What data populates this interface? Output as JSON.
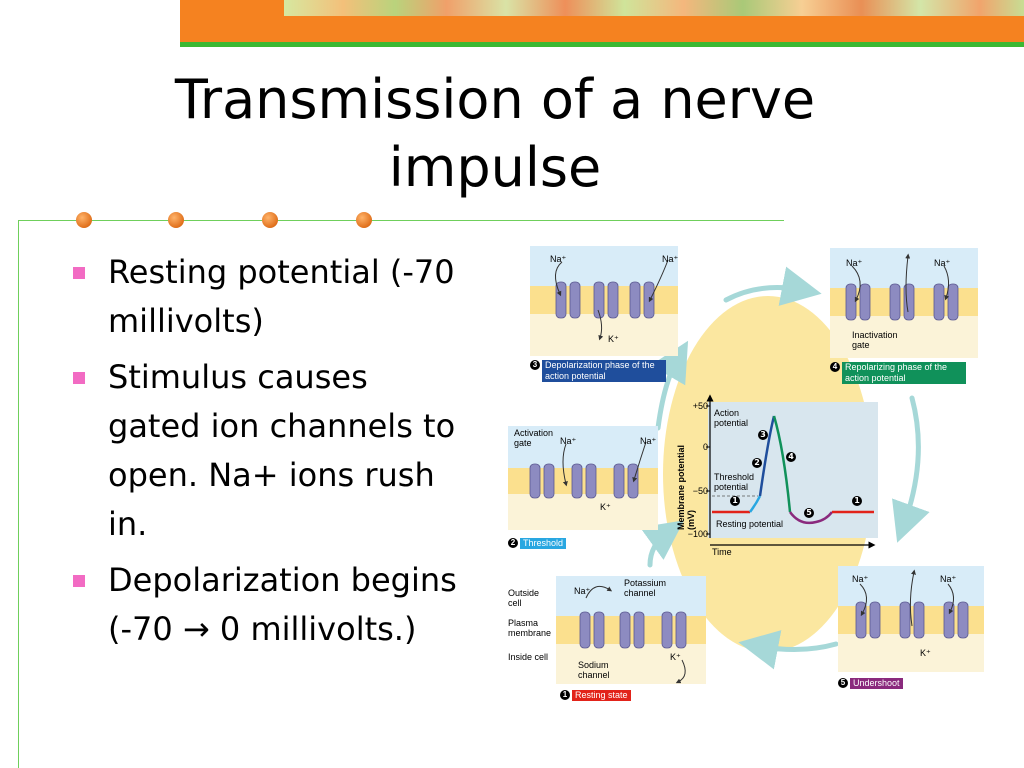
{
  "slide": {
    "title": "Transmission of a nerve impulse",
    "bullets": [
      "Resting potential (-70 millivolts)",
      "Stimulus causes gated ion channels to open. Na+ ions rush in.",
      "Depolarization begins (-70 →  0 millivolts.)"
    ],
    "colors": {
      "banner": "#f58220",
      "banner_edge": "#3cb833",
      "rule": "#6fcf5b",
      "bullet_marker": "#f26bc3",
      "rule_dots": "#e0701c"
    }
  },
  "figure": {
    "ions": {
      "sodium": "Na⁺",
      "potassium": "K⁺"
    },
    "labels": {
      "outside_cell": "Outside cell",
      "plasma_membrane": "Plasma membrane",
      "inside_cell": "Inside cell",
      "potassium_channel": "Potassium channel",
      "sodium_channel": "Sodium channel",
      "activation_gate": "Activation gate",
      "inactivation_gate": "Inactivation gate"
    },
    "phases": [
      {
        "number": "1",
        "name": "Resting state",
        "color": "#e2231a"
      },
      {
        "number": "2",
        "name": "Threshold",
        "color": "#29a7e1"
      },
      {
        "number": "3",
        "name": "Depolarization phase of the action potential",
        "color": "#1f4e9c"
      },
      {
        "number": "4",
        "name": "Repolarizing phase of the action potential",
        "color": "#10915a"
      },
      {
        "number": "5",
        "name": "Undershoot",
        "color": "#8a2a7d"
      }
    ],
    "graph": {
      "ylabel": "Membrane potential (mV)",
      "xlabel": "Time",
      "ticks": [
        "+50",
        "0",
        "−50",
        "−100"
      ],
      "action_potential_label": "Action potential",
      "threshold_label": "Threshold potential",
      "resting_label": "Resting potential",
      "markers": [
        "1",
        "2",
        "3",
        "4",
        "5",
        "1"
      ]
    }
  }
}
